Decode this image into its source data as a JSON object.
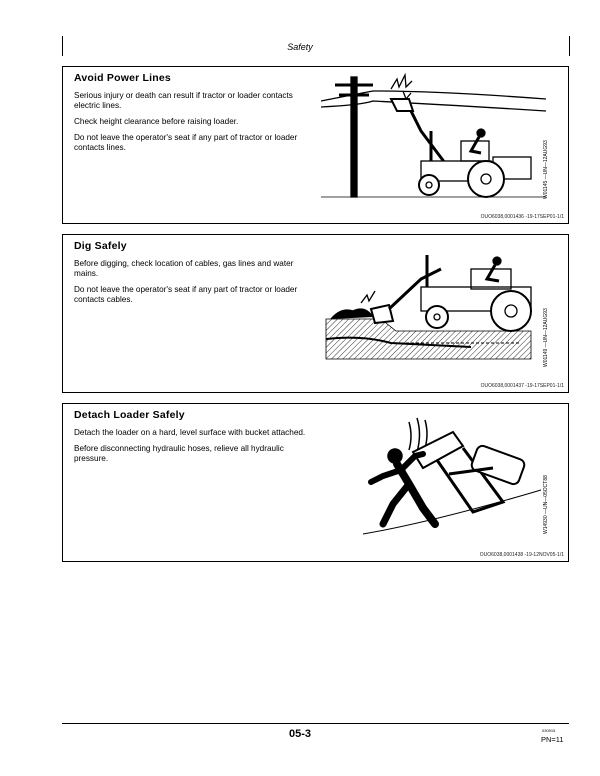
{
  "header": {
    "title": "Safety"
  },
  "sections": [
    {
      "heading": "Avoid Power Lines",
      "paragraphs": [
        "Serious injury or death can result if tractor or loader contacts electric lines.",
        "Check height clearance before raising loader.",
        "Do not leave the operator's seat if any part of tractor or loader contacts lines."
      ],
      "image_code": "W01145 —UN—12AUG93",
      "ref": "OUO6038,0001436 -19-17SEP01-1/1"
    },
    {
      "heading": "Dig Safely",
      "paragraphs": [
        "Before digging, check location of cables, gas lines and water mains.",
        "Do not leave the operator's seat if any part of tractor or loader contacts cables."
      ],
      "image_code": "W01149 —UN—12AUG93",
      "ref": "OUO6038,0001437 -19-17SEP01-1/1"
    },
    {
      "heading": "Detach Loader Safely",
      "paragraphs": [
        "Detach the loader on a hard, level surface with bucket attached.",
        "Before disconnecting hydraulic hoses, relieve all hydraulic pressure."
      ],
      "image_code": "W14930 —UN—05OCT88",
      "ref": "OUO6038,0001438 -19-12NOV05-1/1"
    }
  ],
  "footer": {
    "page": "05-3",
    "small_code": "030915",
    "pn": "PN=11"
  }
}
